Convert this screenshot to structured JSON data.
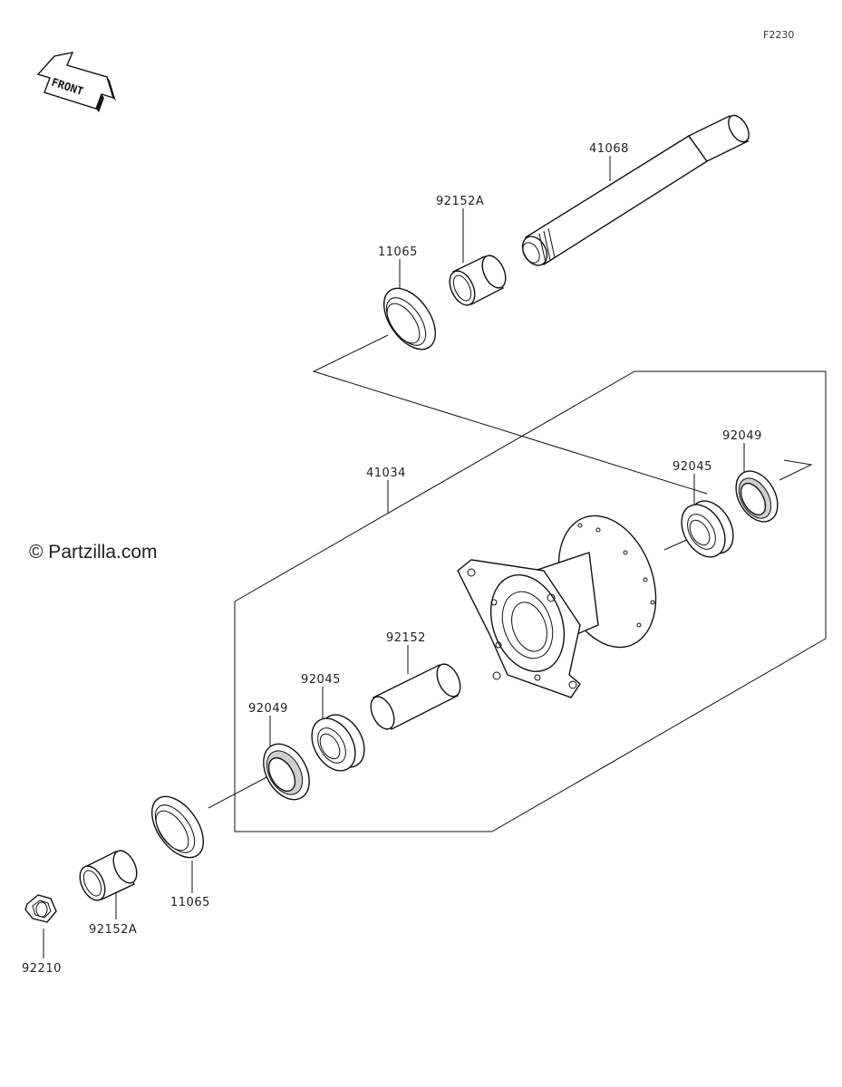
{
  "diagram_code": "F2230",
  "front_label": "FRONT",
  "watermark": "© Partzilla.com",
  "parts": [
    {
      "id": "p41068",
      "number": "41068"
    },
    {
      "id": "p92152A_top",
      "number": "92152A"
    },
    {
      "id": "p11065_top",
      "number": "11065"
    },
    {
      "id": "p41034",
      "number": "41034"
    },
    {
      "id": "p92045_right",
      "number": "92045"
    },
    {
      "id": "p92049_right",
      "number": "92049"
    },
    {
      "id": "p92152",
      "number": "92152"
    },
    {
      "id": "p92045_left",
      "number": "92045"
    },
    {
      "id": "p92049_left",
      "number": "92049"
    },
    {
      "id": "p11065_bottom",
      "number": "11065"
    },
    {
      "id": "p92152A_bottom",
      "number": "92152A"
    },
    {
      "id": "p92210",
      "number": "92210"
    }
  ]
}
